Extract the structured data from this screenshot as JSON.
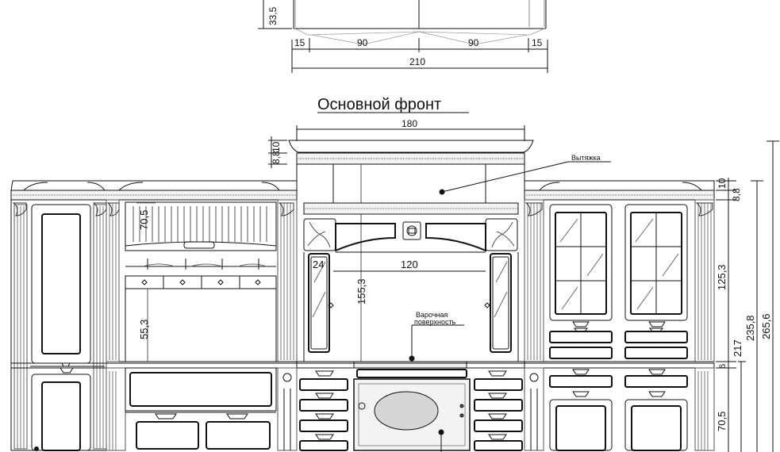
{
  "title": "Основной фронт",
  "top_dims": {
    "left": "15",
    "mid1": "90",
    "mid2": "90",
    "right": "15",
    "total": "210",
    "height": "33,5"
  },
  "hood_dims": {
    "width": "180",
    "h1": "10",
    "h2": "8,8"
  },
  "right_dims": {
    "h1": "10",
    "h2": "8,8",
    "d3": "125,3",
    "d4": "6",
    "d5": "70,5",
    "t1": "217",
    "t2": "235,8",
    "t3": "265,6"
  },
  "inner_dims": {
    "d705": "70,5",
    "d553": "55,3",
    "d24": "24",
    "d120": "120",
    "d1553": "155,3"
  },
  "labels": {
    "hood": "Вытяжка",
    "cooktop_l1": "Варочная",
    "cooktop_l2": "поверхность"
  }
}
